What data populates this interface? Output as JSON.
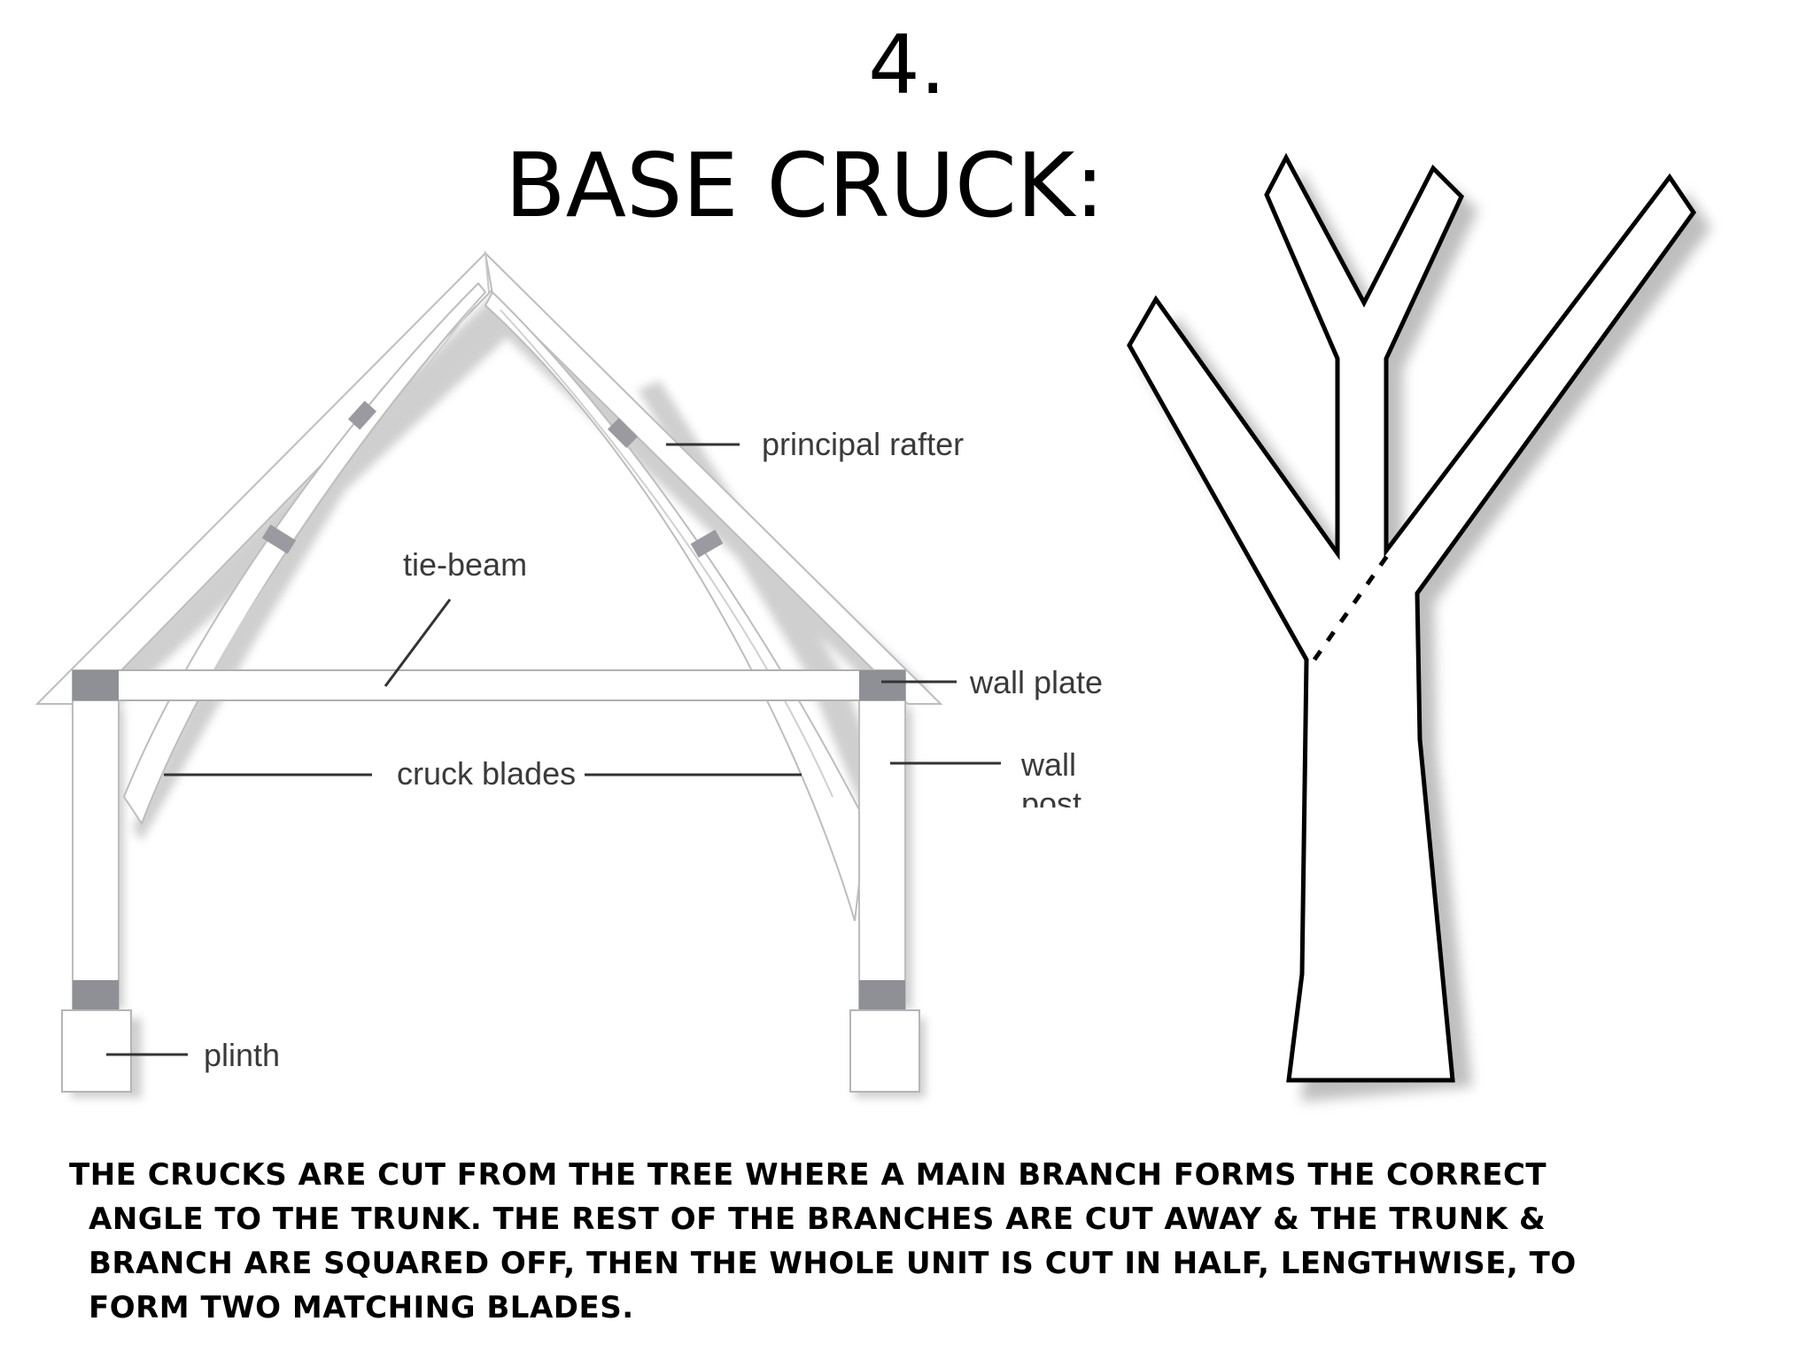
{
  "heading": {
    "number": "4.",
    "title": "BASE CRUCK:"
  },
  "frame_diagram": {
    "labels": {
      "principal_rafter": "principal rafter",
      "tie_beam": "tie-beam",
      "wall_plate": "wall plate",
      "cruck_blades": "cruck blades",
      "wall_post_line1": "wall",
      "wall_post_line2": "post",
      "plinth": "plinth"
    },
    "colors": {
      "timber": "#ffffff",
      "outline": "#b5b5b5",
      "joint": "#8f8f96",
      "leader": "#333333"
    }
  },
  "tree_diagram": {
    "colors": {
      "fill": "#ffffff",
      "outline": "#000000",
      "shadow": "#9a9a9a"
    }
  },
  "caption": {
    "text": "THE CRUCKS ARE CUT FROM THE TREE WHERE A MAIN BRANCH FORMS THE CORRECT ANGLE TO THE TRUNK. THE REST OF THE BRANCHES ARE CUT AWAY & THE TRUNK & BRANCH ARE SQUARED OFF, THEN THE WHOLE UNIT IS CUT IN HALF, LENGTHWISE, TO FORM TWO MATCHING BLADES."
  }
}
